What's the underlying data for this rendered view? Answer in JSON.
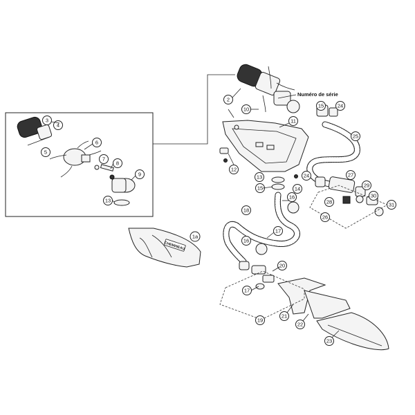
{
  "diagram": {
    "serial_label": "Numéro de série",
    "brand_text": "CHEMINEAU",
    "callouts": [
      "1a",
      "2",
      "3",
      "4",
      "5",
      "6",
      "7",
      "8",
      "9",
      "10",
      "11",
      "12",
      "13",
      "13",
      "14",
      "15",
      "15",
      "16",
      "16",
      "17",
      "17",
      "18",
      "19",
      "20",
      "21",
      "22",
      "23",
      "24",
      "24",
      "25",
      "26",
      "27",
      "28",
      "29",
      "30",
      "31"
    ]
  }
}
